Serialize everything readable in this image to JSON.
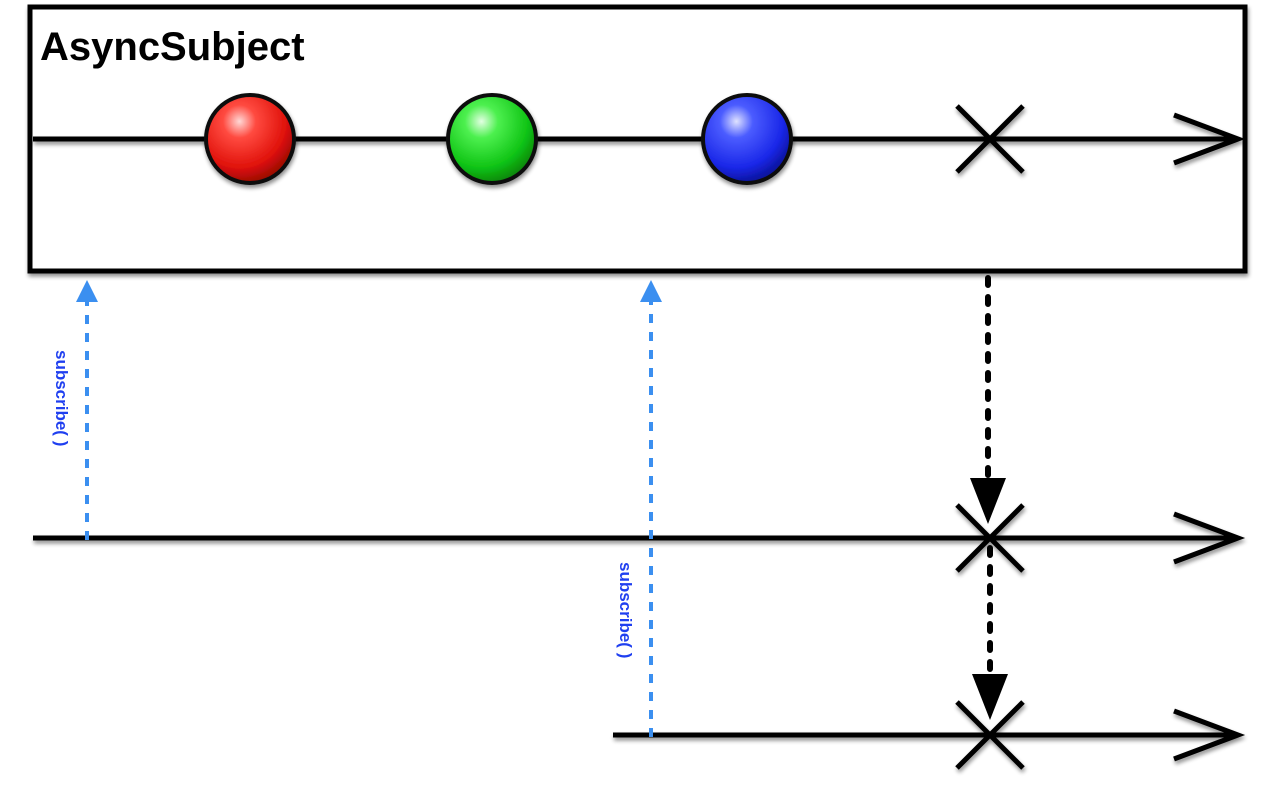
{
  "diagram": {
    "title": "AsyncSubject",
    "subject_timeline": {
      "items": [
        {
          "kind": "marble",
          "color_name": "red",
          "color": "#e8120c"
        },
        {
          "kind": "marble",
          "color_name": "green",
          "color": "#12c81a"
        },
        {
          "kind": "marble",
          "color_name": "blue",
          "color": "#1a2cf0"
        },
        {
          "kind": "error",
          "symbol": "x-mark-icon"
        }
      ]
    },
    "subscriptions": [
      {
        "label": "subscribe( )",
        "color": "#3b8ff0",
        "label_color": "#1f3ff0"
      },
      {
        "label": "subscribe( )",
        "color": "#3b8ff0",
        "label_color": "#1f3ff0"
      }
    ],
    "observer_timelines": [
      {
        "terminates_with": "error",
        "symbol": "x-mark-icon"
      },
      {
        "terminates_with": "error",
        "symbol": "x-mark-icon"
      }
    ],
    "error_propagation": {
      "line_style": "dotted",
      "color": "#000000"
    }
  }
}
